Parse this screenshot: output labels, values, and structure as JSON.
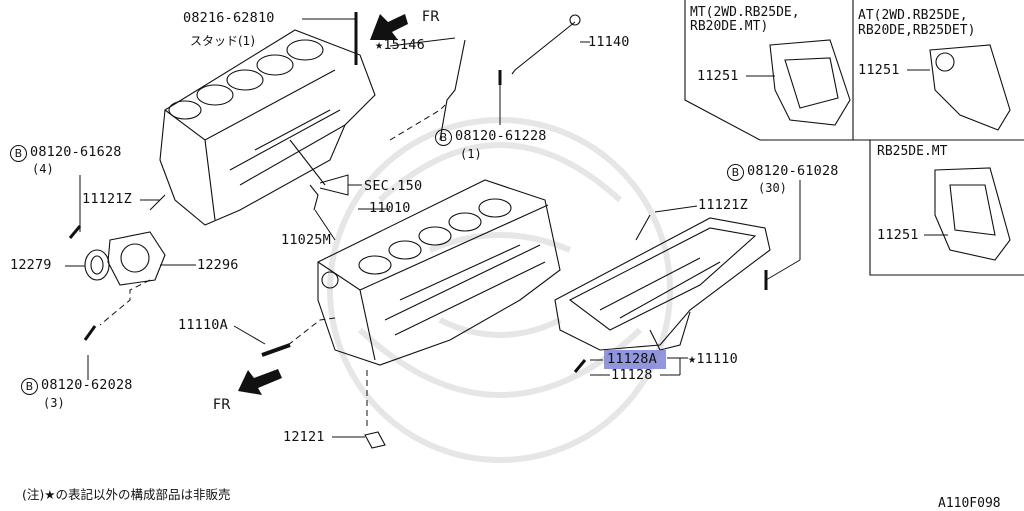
{
  "part_labels": {
    "stud_part": "08216-62810",
    "stud_label": "スタッド(1)",
    "fr_top": "FR",
    "p15146": "★15146",
    "p11140": "11140",
    "bolt_61228": "08120-61228",
    "bolt_61228_qty": "(1)",
    "bolt_61628": "08120-61628",
    "bolt_61628_qty": "(4)",
    "p11121z_left": "11121Z",
    "sec150": "SEC.150",
    "p11010": "11010",
    "p11025m": "11025M",
    "p12279": "12279",
    "p12296": "12296",
    "p11110a": "11110A",
    "bolt_62028": "08120-62028",
    "bolt_62028_qty": "(3)",
    "fr_bottom": "FR",
    "p12121": "12121",
    "bolt_61028": "08120-61028",
    "bolt_61028_qty": "(30)",
    "p11121z_right": "11121Z",
    "p11128a": "11128A",
    "p11110": "★11110",
    "p11128": "11128",
    "b_symbol": "B"
  },
  "boxes": {
    "mt_title_1": "MT(2WD.RB25DE,",
    "mt_title_2": "RB20DE.MT)",
    "mt_part": "11251",
    "at_title_1": "AT(2WD.RB25DE,",
    "at_title_2": "RB20DE,RB25DET)",
    "at_part": "11251",
    "rb_title": "RB25DE.MT",
    "rb_part": "11251"
  },
  "footer": {
    "note": "(注)★の表記以外の構成部品は非販売",
    "diagram_code": "A110F098"
  },
  "colors": {
    "highlight": "#7f84d6",
    "line": "#111111"
  }
}
